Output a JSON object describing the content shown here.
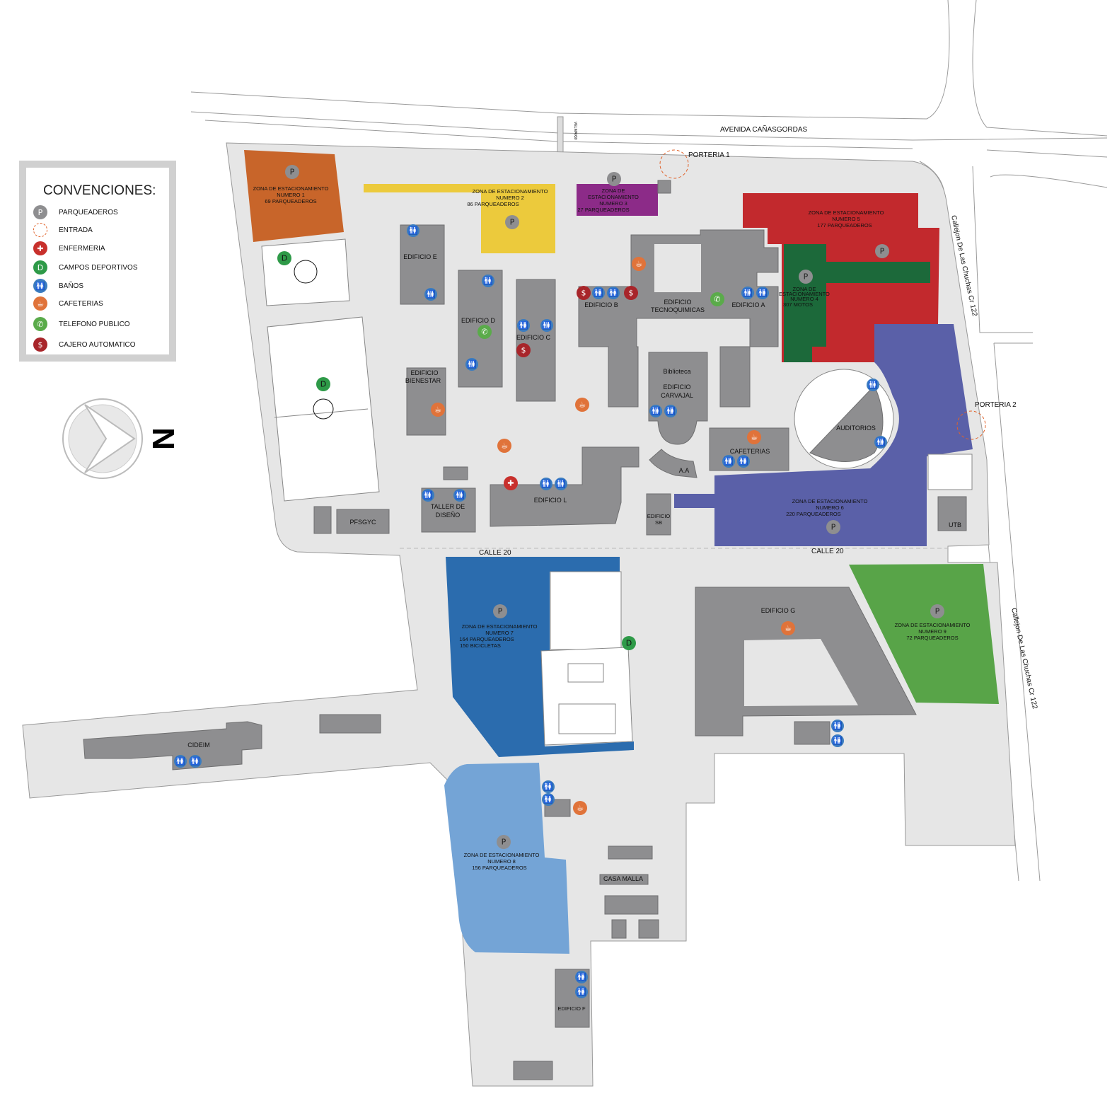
{
  "legend": {
    "title": "CONVENCIONES:",
    "items": [
      {
        "label": "PARQUEADEROS",
        "symbol": "P",
        "color": "#8e8e90",
        "icon": "parking-icon"
      },
      {
        "label": "ENTRADA",
        "symbol": "",
        "color": "#e0622a",
        "icon": "entrance-dashed-circle-icon"
      },
      {
        "label": "ENFERMERIA",
        "symbol": "✚",
        "color": "#c8302c",
        "icon": "nurse-icon"
      },
      {
        "label": "CAMPOS DEPORTIVOS",
        "symbol": "D",
        "color": "#2e9a48",
        "icon": "sports-field-icon"
      },
      {
        "label": "BAÑOS",
        "symbol": "🚻",
        "color": "#3b7cc0",
        "icon": "restroom-icon"
      },
      {
        "label": "CAFETERIAS",
        "symbol": "☕",
        "color": "#e0733a",
        "icon": "cafeteria-icon"
      },
      {
        "label": "TELEFONO PUBLICO",
        "symbol": "✆",
        "color": "#5aab4a",
        "icon": "phone-icon"
      },
      {
        "label": "CAJERO AUTOMATICO",
        "symbol": "$",
        "color": "#a8252a",
        "icon": "atm-icon"
      }
    ]
  },
  "roads": {
    "avenida": "AVENIDA CAÑASGORDAS",
    "callejon": "Callejon De Las Chuchas Cr 122",
    "calle20": "CALLE 20",
    "speed_sign": [
      "VEL",
      "MAX",
      "30"
    ]
  },
  "entrances": {
    "porteria1": "PORTERIA 1",
    "porteria2": "PORTERIA 2"
  },
  "north_label": "N",
  "parking": [
    {
      "lines": [
        "ZONA DE ESTACIONAMIENTO",
        "NUMERO 1",
        "69 PARQUEADEROS"
      ],
      "color": "#c8652a"
    },
    {
      "lines": [
        "ZONA DE ESTACIONAMIENTO",
        "NUMERO 2",
        "86 PARQUEADEROS"
      ],
      "color": "#ecca3c"
    },
    {
      "lines": [
        "ZONA DE",
        "ESTACIONAMIENTO",
        "NUMERO 3",
        "27 PARQUEADEROS"
      ],
      "color": "#8c2b88"
    },
    {
      "lines": [
        "ZONA DE",
        "ESTACIONAMIENTO",
        "NUMERO 4",
        "307 MOTOS"
      ],
      "color": "#1c693a"
    },
    {
      "lines": [
        "ZONA DE ESTACIONAMIENTO",
        "NUMERO 5",
        "177 PARQUEADEROS"
      ],
      "color": "#c2292d"
    },
    {
      "lines": [
        "ZONA DE ESTACIONAMIENTO",
        "NUMERO 6",
        "220 PARQUEADEROS"
      ],
      "color": "#5a60a8"
    },
    {
      "lines": [
        "ZONA DE ESTACIONAMIENTO",
        "NUMERO 7",
        "164 PARQUEADEROS",
        "150 BICICLETAS"
      ],
      "color": "#2b6cae"
    },
    {
      "lines": [
        "ZONA DE ESTACIONAMIENTO",
        "NUMERO 8",
        "156 PARQUEADEROS"
      ],
      "color": "#74a4d6"
    },
    {
      "lines": [
        "ZONA DE ESTACIONAMIENTO",
        "NUMERO 9",
        "72 PARQUEADEROS"
      ],
      "color": "#58a448"
    }
  ],
  "buildings": {
    "edificio_e": "EDIFICIO E",
    "edificio_d": "EDIFICIO D",
    "edificio_c": "EDIFICIO C",
    "edificio_b": "EDIFICIO B",
    "tecnoquimicas": [
      "EDIFICIO",
      "TECNOQUIMICAS"
    ],
    "edificio_a": "EDIFICIO A",
    "bienestar": [
      "EDIFICIO",
      "BIENESTAR"
    ],
    "biblioteca": "Biblioteca",
    "carvajal": [
      "EDIFICIO",
      "CARVAJAL"
    ],
    "auditorios": "AUDITORIOS",
    "cafeterias": "CAFETERIAS",
    "aa": "A.A",
    "edificio_l": "EDIFICIO L",
    "taller": [
      "TALLER DE",
      "DISEÑO"
    ],
    "pfsgyc": "PFSGYC",
    "edificio_sb": [
      "EDIFICIO",
      "SB"
    ],
    "utb": "UTB",
    "edificio_g": "EDIFICIO G",
    "cideim": "CIDEIM",
    "casa_malla": "CASA MALLA",
    "edificio_f": "EDIFICIO F"
  },
  "symbols": {
    "parking": "P",
    "sports": "D",
    "atm": "$"
  }
}
